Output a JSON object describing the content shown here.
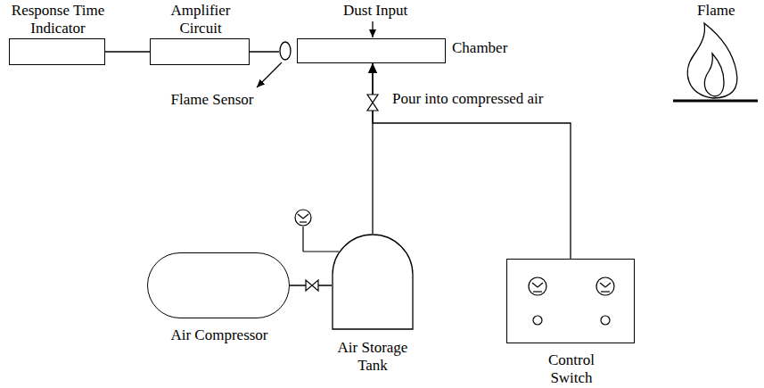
{
  "diagram": {
    "nodes": [
      {
        "text": [
          "Response Time Indicator"
        ]
      },
      {
        "text": [
          "Amplifier Circuit"
        ]
      },
      {
        "text": [
          "Flame Sensor"
        ]
      },
      {
        "text": [
          "Chamber"
        ]
      },
      {
        "text": [
          "Air Compressor"
        ]
      },
      {
        "text": [
          "Air Storage Tank"
        ]
      },
      {
        "text": [
          "Control Switch"
        ]
      }
    ],
    "edges": [
      {
        "from": 0,
        "to": 1,
        "arrow": "none"
      },
      {
        "from": 1,
        "to": 2,
        "arrow": "none"
      },
      {
        "from": 4,
        "to": 5,
        "arrow": "none"
      },
      {
        "from": 5,
        "to": 3,
        "arrow": "to"
      },
      {
        "from": 6,
        "to": 3,
        "arrow": "to"
      }
    ],
    "labels": [
      "Dust Input",
      "Flame",
      "Pour into compressed air"
    ]
  }
}
